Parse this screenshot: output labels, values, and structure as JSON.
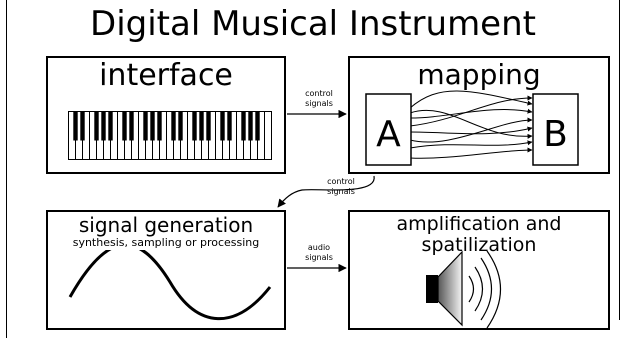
{
  "title": "Digital Musical Instrument",
  "blocks": {
    "interface": {
      "label": "interface"
    },
    "mapping": {
      "label": "mapping",
      "input_label": "A",
      "output_label": "B"
    },
    "signal_generation": {
      "label": "signal generation",
      "sublabel": "synthesis, sampling or processing"
    },
    "amplification": {
      "label_line1": "amplification and",
      "label_line2": "spatilization"
    }
  },
  "connectors": {
    "control_1": {
      "line1": "control",
      "line2": "signals"
    },
    "control_2": {
      "line1": "control",
      "line2": "signals"
    },
    "audio": {
      "line1": "audio",
      "line2": "signals"
    }
  },
  "icons": {
    "keyboard": "piano-keyboard-icon",
    "wave": "sine-wave-icon",
    "speaker": "speaker-icon"
  }
}
